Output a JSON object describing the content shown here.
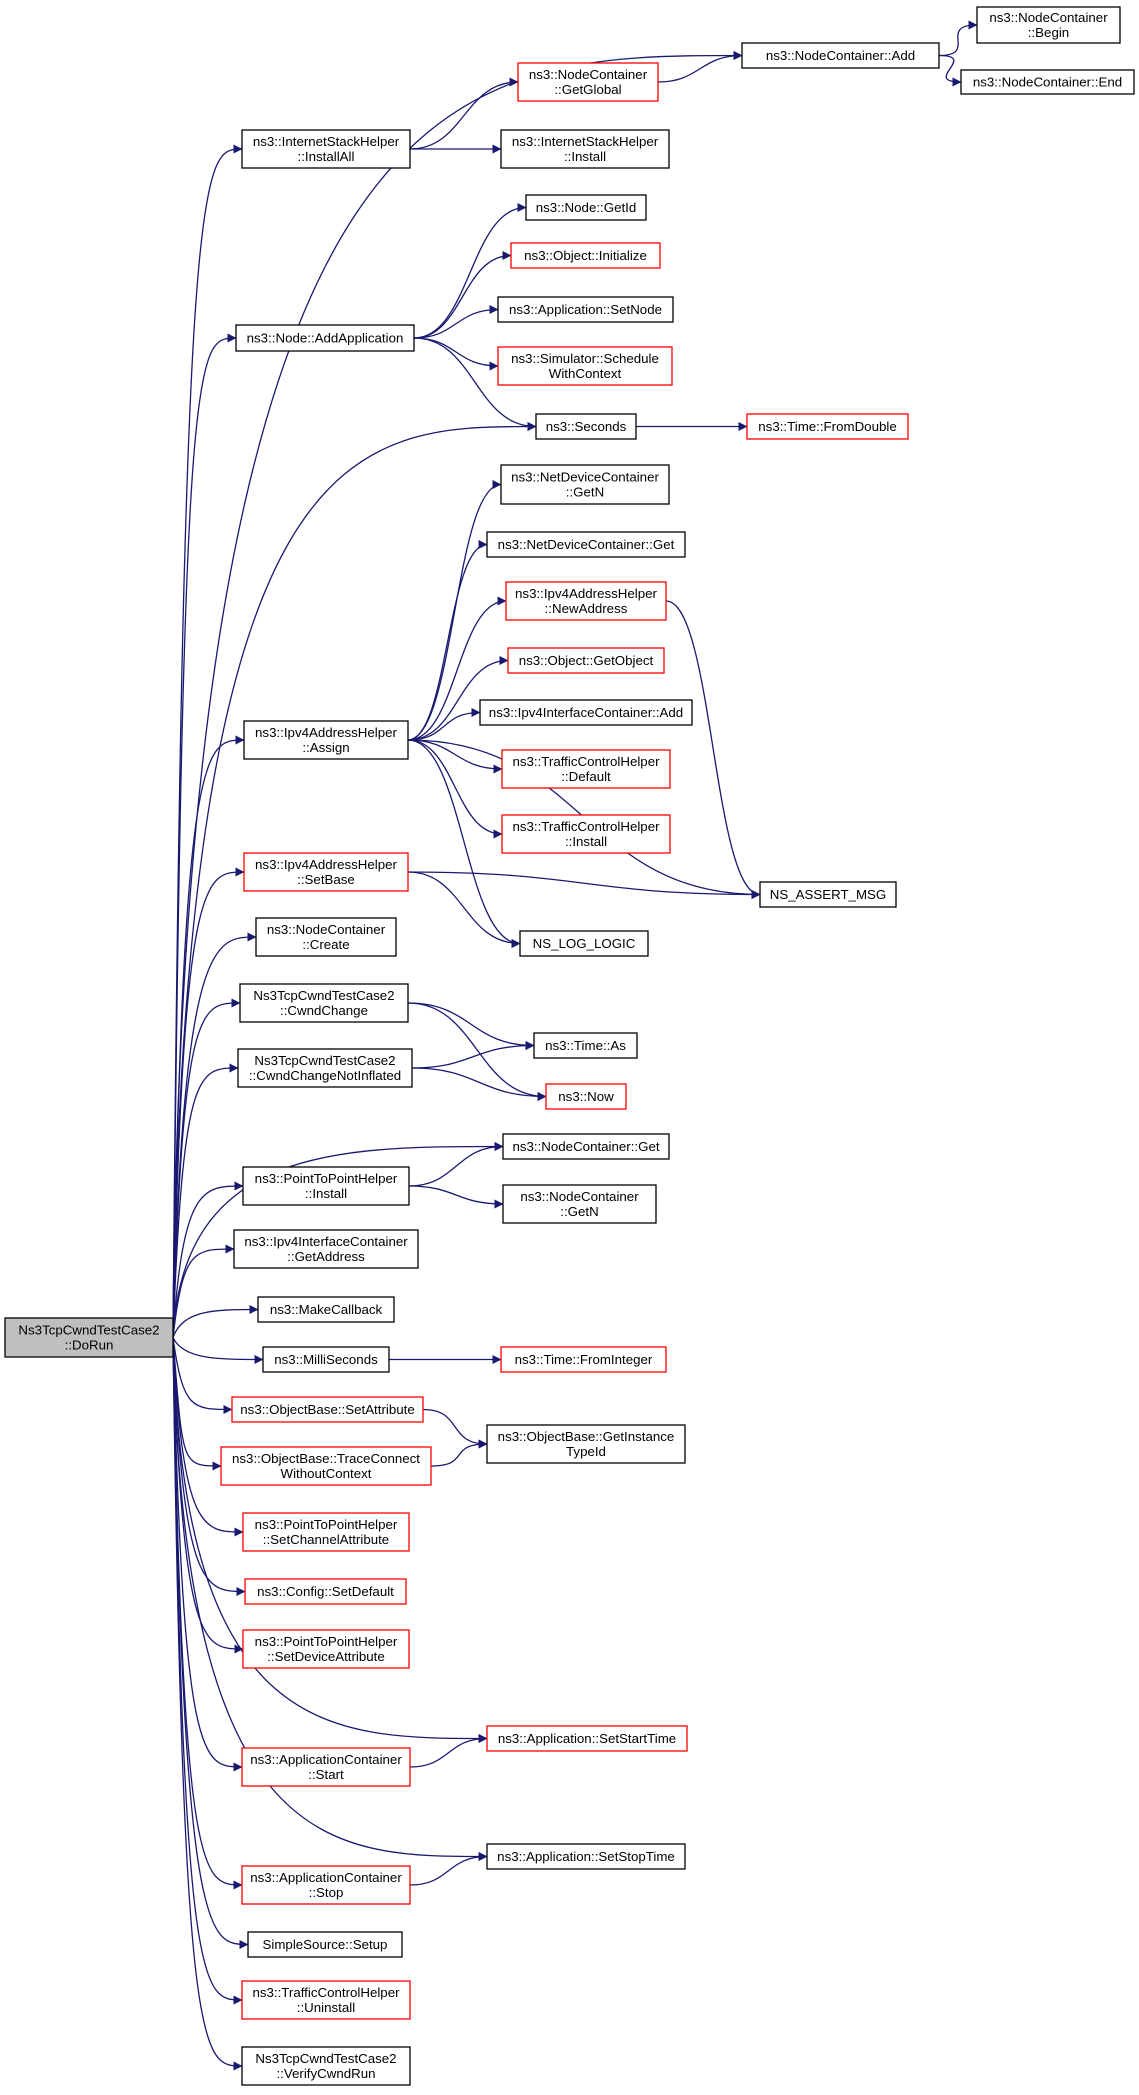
{
  "colors": {
    "edge": "#191970",
    "node_border_default": "#000000",
    "node_border_truncated": "#ff0000",
    "root_fill": "#bfbfbf",
    "node_fill": "#ffffff"
  },
  "nodes": [
    {
      "id": "dorun",
      "lines": [
        "Ns3TcpCwndTestCase2",
        "::DoRun"
      ],
      "root": true
    },
    {
      "id": "nc_add",
      "lines": [
        "ns3::NodeContainer::Add"
      ]
    },
    {
      "id": "nc_begin",
      "lines": [
        "ns3::NodeContainer",
        "::Begin"
      ]
    },
    {
      "id": "nc_end",
      "lines": [
        "ns3::NodeContainer::End"
      ]
    },
    {
      "id": "nc_getglobal",
      "lines": [
        "ns3::NodeContainer",
        "::GetGlobal"
      ],
      "truncated": true
    },
    {
      "id": "ish_installall",
      "lines": [
        "ns3::InternetStackHelper",
        "::InstallAll"
      ]
    },
    {
      "id": "ish_install",
      "lines": [
        "ns3::InternetStackHelper",
        "::Install"
      ]
    },
    {
      "id": "node_getid",
      "lines": [
        "ns3::Node::GetId"
      ]
    },
    {
      "id": "obj_initialize",
      "lines": [
        "ns3::Object::Initialize"
      ],
      "truncated": true
    },
    {
      "id": "app_setnode",
      "lines": [
        "ns3::Application::SetNode"
      ]
    },
    {
      "id": "node_addapp",
      "lines": [
        "ns3::Node::AddApplication"
      ]
    },
    {
      "id": "sim_schedule",
      "lines": [
        "ns3::Simulator::Schedule",
        "WithContext"
      ],
      "truncated": true
    },
    {
      "id": "seconds",
      "lines": [
        "ns3::Seconds"
      ]
    },
    {
      "id": "time_fromdouble",
      "lines": [
        "ns3::Time::FromDouble"
      ],
      "truncated": true
    },
    {
      "id": "ndc_getn",
      "lines": [
        "ns3::NetDeviceContainer",
        "::GetN"
      ]
    },
    {
      "id": "ndc_get",
      "lines": [
        "ns3::NetDeviceContainer::Get"
      ]
    },
    {
      "id": "ipv4ah_newaddr",
      "lines": [
        "ns3::Ipv4AddressHelper",
        "::NewAddress"
      ],
      "truncated": true
    },
    {
      "id": "obj_getobject",
      "lines": [
        "ns3::Object::GetObject"
      ],
      "truncated": true
    },
    {
      "id": "ipv4ah_assign",
      "lines": [
        "ns3::Ipv4AddressHelper",
        "::Assign"
      ]
    },
    {
      "id": "ipv4ic_add",
      "lines": [
        "ns3::Ipv4InterfaceContainer::Add"
      ]
    },
    {
      "id": "tch_default",
      "lines": [
        "ns3::TrafficControlHelper",
        "::Default"
      ],
      "truncated": true
    },
    {
      "id": "tch_install",
      "lines": [
        "ns3::TrafficControlHelper",
        "::Install"
      ],
      "truncated": true
    },
    {
      "id": "ns_assert_msg",
      "lines": [
        "NS_ASSERT_MSG"
      ]
    },
    {
      "id": "ipv4ah_setbase",
      "lines": [
        "ns3::Ipv4AddressHelper",
        "::SetBase"
      ],
      "truncated": true
    },
    {
      "id": "ns_log_logic",
      "lines": [
        "NS_LOG_LOGIC"
      ]
    },
    {
      "id": "nc_create",
      "lines": [
        "ns3::NodeContainer",
        "::Create"
      ]
    },
    {
      "id": "cwndchange",
      "lines": [
        "Ns3TcpCwndTestCase2",
        "::CwndChange"
      ]
    },
    {
      "id": "time_as",
      "lines": [
        "ns3::Time::As"
      ]
    },
    {
      "id": "cwndchange_ni",
      "lines": [
        "Ns3TcpCwndTestCase2",
        "::CwndChangeNotInflated"
      ]
    },
    {
      "id": "now",
      "lines": [
        "ns3::Now"
      ],
      "truncated": true
    },
    {
      "id": "nc_get",
      "lines": [
        "ns3::NodeContainer::Get"
      ]
    },
    {
      "id": "p2p_install",
      "lines": [
        "ns3::PointToPointHelper",
        "::Install"
      ]
    },
    {
      "id": "nc_getn",
      "lines": [
        "ns3::NodeContainer",
        "::GetN"
      ]
    },
    {
      "id": "ipv4ic_getaddr",
      "lines": [
        "ns3::Ipv4InterfaceContainer",
        "::GetAddress"
      ]
    },
    {
      "id": "makecallback",
      "lines": [
        "ns3::MakeCallback"
      ]
    },
    {
      "id": "milliseconds",
      "lines": [
        "ns3::MilliSeconds"
      ]
    },
    {
      "id": "time_frominteger",
      "lines": [
        "ns3::Time::FromInteger"
      ],
      "truncated": true
    },
    {
      "id": "ob_setattribute",
      "lines": [
        "ns3::ObjectBase::SetAttribute"
      ],
      "truncated": true
    },
    {
      "id": "ob_getinstancetid",
      "lines": [
        "ns3::ObjectBase::GetInstance",
        "TypeId"
      ]
    },
    {
      "id": "ob_traceconnect",
      "lines": [
        "ns3::ObjectBase::TraceConnect",
        "WithoutContext"
      ],
      "truncated": true
    },
    {
      "id": "p2p_setchanattr",
      "lines": [
        "ns3::PointToPointHelper",
        "::SetChannelAttribute"
      ],
      "truncated": true
    },
    {
      "id": "config_setdefault",
      "lines": [
        "ns3::Config::SetDefault"
      ],
      "truncated": true
    },
    {
      "id": "p2p_setdevattr",
      "lines": [
        "ns3::PointToPointHelper",
        "::SetDeviceAttribute"
      ],
      "truncated": true
    },
    {
      "id": "app_setstart",
      "lines": [
        "ns3::Application::SetStartTime"
      ],
      "truncated": true
    },
    {
      "id": "ac_start",
      "lines": [
        "ns3::ApplicationContainer",
        "::Start"
      ],
      "truncated": true
    },
    {
      "id": "app_setstop",
      "lines": [
        "ns3::Application::SetStopTime"
      ]
    },
    {
      "id": "ac_stop",
      "lines": [
        "ns3::ApplicationContainer",
        "::Stop"
      ],
      "truncated": true
    },
    {
      "id": "ss_setup",
      "lines": [
        "SimpleSource::Setup"
      ]
    },
    {
      "id": "tch_uninstall",
      "lines": [
        "ns3::TrafficControlHelper",
        "::Uninstall"
      ],
      "truncated": true
    },
    {
      "id": "verifycwndrun",
      "lines": [
        "Ns3TcpCwndTestCase2",
        "::VerifyCwndRun"
      ]
    }
  ],
  "edges": [
    {
      "from": "dorun",
      "to": "nc_add"
    },
    {
      "from": "dorun",
      "to": "ish_installall"
    },
    {
      "from": "dorun",
      "to": "node_addapp"
    },
    {
      "from": "dorun",
      "to": "seconds"
    },
    {
      "from": "dorun",
      "to": "ipv4ah_assign"
    },
    {
      "from": "dorun",
      "to": "ipv4ah_setbase"
    },
    {
      "from": "dorun",
      "to": "nc_create"
    },
    {
      "from": "dorun",
      "to": "cwndchange"
    },
    {
      "from": "dorun",
      "to": "cwndchange_ni"
    },
    {
      "from": "dorun",
      "to": "nc_get"
    },
    {
      "from": "dorun",
      "to": "p2p_install"
    },
    {
      "from": "dorun",
      "to": "ipv4ic_getaddr"
    },
    {
      "from": "dorun",
      "to": "makecallback"
    },
    {
      "from": "dorun",
      "to": "milliseconds"
    },
    {
      "from": "dorun",
      "to": "ob_setattribute"
    },
    {
      "from": "dorun",
      "to": "ob_traceconnect"
    },
    {
      "from": "dorun",
      "to": "p2p_setchanattr"
    },
    {
      "from": "dorun",
      "to": "config_setdefault"
    },
    {
      "from": "dorun",
      "to": "p2p_setdevattr"
    },
    {
      "from": "dorun",
      "to": "app_setstart"
    },
    {
      "from": "dorun",
      "to": "ac_start"
    },
    {
      "from": "dorun",
      "to": "app_setstop"
    },
    {
      "from": "dorun",
      "to": "ac_stop"
    },
    {
      "from": "dorun",
      "to": "ss_setup"
    },
    {
      "from": "dorun",
      "to": "tch_uninstall"
    },
    {
      "from": "dorun",
      "to": "verifycwndrun"
    },
    {
      "from": "nc_add",
      "to": "nc_begin"
    },
    {
      "from": "nc_add",
      "to": "nc_end"
    },
    {
      "from": "nc_getglobal",
      "to": "nc_add"
    },
    {
      "from": "ish_installall",
      "to": "nc_getglobal"
    },
    {
      "from": "ish_installall",
      "to": "ish_install"
    },
    {
      "from": "node_addapp",
      "to": "node_getid"
    },
    {
      "from": "node_addapp",
      "to": "obj_initialize"
    },
    {
      "from": "node_addapp",
      "to": "app_setnode"
    },
    {
      "from": "node_addapp",
      "to": "sim_schedule"
    },
    {
      "from": "node_addapp",
      "to": "seconds"
    },
    {
      "from": "seconds",
      "to": "time_fromdouble"
    },
    {
      "from": "ipv4ah_assign",
      "to": "ndc_getn"
    },
    {
      "from": "ipv4ah_assign",
      "to": "ndc_get"
    },
    {
      "from": "ipv4ah_assign",
      "to": "ipv4ah_newaddr"
    },
    {
      "from": "ipv4ah_assign",
      "to": "obj_getobject"
    },
    {
      "from": "ipv4ah_assign",
      "to": "ipv4ic_add"
    },
    {
      "from": "ipv4ah_assign",
      "to": "tch_default"
    },
    {
      "from": "ipv4ah_assign",
      "to": "tch_install"
    },
    {
      "from": "ipv4ah_assign",
      "to": "ns_assert_msg"
    },
    {
      "from": "ipv4ah_assign",
      "to": "ns_log_logic"
    },
    {
      "from": "ipv4ah_newaddr",
      "to": "ns_assert_msg"
    },
    {
      "from": "ipv4ah_setbase",
      "to": "ns_log_logic"
    },
    {
      "from": "ipv4ah_setbase",
      "to": "ns_assert_msg"
    },
    {
      "from": "cwndchange",
      "to": "time_as"
    },
    {
      "from": "cwndchange",
      "to": "now"
    },
    {
      "from": "cwndchange_ni",
      "to": "time_as"
    },
    {
      "from": "cwndchange_ni",
      "to": "now"
    },
    {
      "from": "p2p_install",
      "to": "nc_get"
    },
    {
      "from": "p2p_install",
      "to": "nc_getn"
    },
    {
      "from": "milliseconds",
      "to": "time_frominteger"
    },
    {
      "from": "ob_setattribute",
      "to": "ob_getinstancetid"
    },
    {
      "from": "ob_traceconnect",
      "to": "ob_getinstancetid"
    },
    {
      "from": "ac_start",
      "to": "app_setstart"
    },
    {
      "from": "ac_stop",
      "to": "app_setstop"
    }
  ]
}
